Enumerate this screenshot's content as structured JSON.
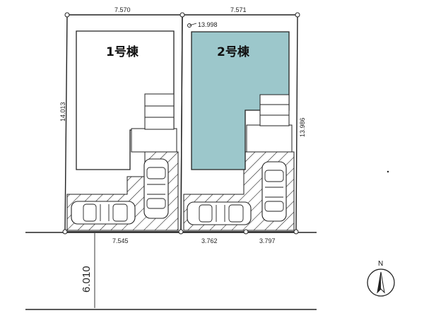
{
  "lots": [
    {
      "label": "1号棟",
      "frontage_top": "7.570",
      "side_depth": "14.013",
      "frontage_bottom": "7.545"
    },
    {
      "label": "2号棟",
      "frontage_top": "7.571",
      "side_depth": "13.986",
      "corner_note": "13.998",
      "frontage_bottom_left": "3.762",
      "frontage_bottom_right": "3.797"
    }
  ],
  "road": {
    "width": "6.010"
  },
  "north_arrow": {
    "label": "N",
    "icon": "north-arrow-icon"
  },
  "colors": {
    "building_2": "#9cc7cb",
    "lines": "#222222",
    "background": "#ffffff"
  }
}
